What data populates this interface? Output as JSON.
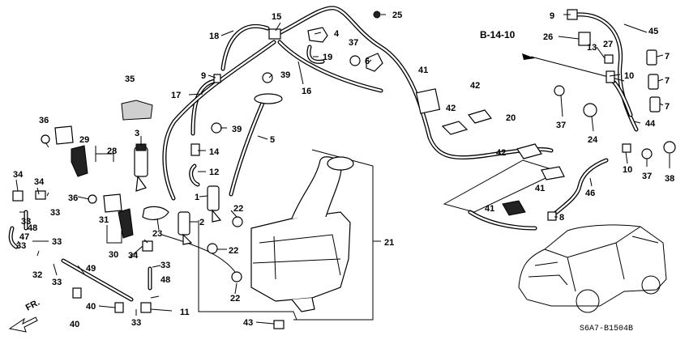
{
  "diagram": {
    "reference_label": "B-14-10",
    "fr_label": "FR.",
    "code": "S6A7-B1504B",
    "callouts": {
      "c1": "1",
      "c2": "2",
      "c3": "3",
      "c4": "4",
      "c5": "5",
      "c6": "6",
      "c7a": "7",
      "c7b": "7",
      "c7c": "7",
      "c8": "8",
      "c9a": "9",
      "c9b": "9",
      "c10a": "10",
      "c10b": "10",
      "c11": "11",
      "c12": "12",
      "c13": "13",
      "c14": "14",
      "c15": "15",
      "c16": "16",
      "c17": "17",
      "c18": "18",
      "c19": "19",
      "c20": "20",
      "c21": "21",
      "c22a": "22",
      "c22b": "22",
      "c22c": "22",
      "c23": "23",
      "c24": "24",
      "c25": "25",
      "c26": "26",
      "c27": "27",
      "c28": "28",
      "c29": "29",
      "c30": "30",
      "c31": "31",
      "c32": "32",
      "c33a": "33",
      "c33b": "33",
      "c33c": "33",
      "c33d": "33",
      "c33e": "33",
      "c33f": "33",
      "c33g": "33",
      "c34a": "34",
      "c34b": "34",
      "c34c": "34",
      "c35": "35",
      "c36a": "36",
      "c36b": "36",
      "c37a": "37",
      "c37b": "37",
      "c37c": "37",
      "c38": "38",
      "c39a": "39",
      "c39b": "39",
      "c40a": "40",
      "c40b": "40",
      "c41a": "41",
      "c41b": "41",
      "c41c": "41",
      "c42a": "42",
      "c42b": "42",
      "c42c": "42",
      "c43": "43",
      "c44": "44",
      "c45": "45",
      "c46": "46",
      "c47": "47",
      "c48a": "48",
      "c48b": "48",
      "c49": "49"
    }
  }
}
